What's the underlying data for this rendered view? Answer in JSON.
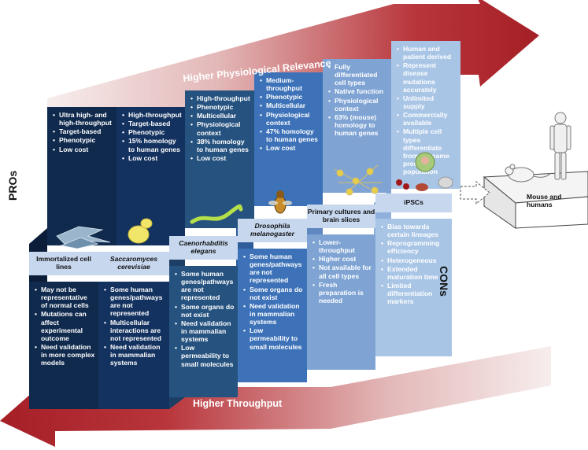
{
  "arrows": {
    "top_label": "Higher Physiological Relevance",
    "bottom_label": "Higher Throughput"
  },
  "side_labels": {
    "pros": "PROs",
    "cons": "CONs"
  },
  "endpoint": {
    "label": "Mouse and humans"
  },
  "models": [
    {
      "name": "Immortalized cell lines",
      "pros": [
        "Ultra high- and high-throughput",
        "Target-based",
        "Phenotypic",
        "Low cost"
      ],
      "cons": [
        "May not be representative of normal cells",
        "Mutations can affect experimental outcome",
        "Need validation in more complex models"
      ]
    },
    {
      "name": "Saccaromyces cerevisiae",
      "pros": [
        "High-throughput",
        "Target-based",
        "Phenotypic",
        "15% homology to human genes",
        "Low cost"
      ],
      "cons": [
        "Some human genes/pathways are not represented",
        "Multicellular interactions are not represented",
        "Need validation in mammalian systems"
      ]
    },
    {
      "name": "Caenorhabditis elegans",
      "pros": [
        "High-throughput",
        "Phenotypic",
        "Multicellular",
        "Physiological context",
        "38% homology to human genes",
        "Low cost"
      ],
      "cons": [
        "Some human genes/pathways are not represented",
        "Some organs do not exist",
        "Need validation in mammalian systems",
        "Low permeability to small molecules"
      ]
    },
    {
      "name": "Drosophila melanogaster",
      "pros": [
        "Medium-throughput",
        "Phenotypic",
        "Multicellular",
        "Physiological context",
        "47% homology to human genes",
        "Low cost"
      ],
      "cons": [
        "Some human genes/pathways are not represented",
        "Some organs do not exist",
        "Need validation in mammalian systems",
        "Low permeability to small molecules"
      ]
    },
    {
      "name": "Primary cultures and brain slices",
      "pros": [
        "Fully differentiated cell types",
        "Native function",
        "Physiological context",
        "63% (mouse) homology to human genes"
      ],
      "cons": [
        "Lower-throughput",
        "Higher cost",
        "Not available for all cell types",
        "Fresh preparation is needed"
      ]
    },
    {
      "name": "iPSCs",
      "pros": [
        "Human and patient derived",
        "Represent disease mutations accurately",
        "Unlimited supply",
        "Commercially available",
        "Multiple cell types differentiate from the same precursor population"
      ],
      "cons": [
        "Bias towards certain lineages",
        "Reprogramming efficiency",
        "Heterogeneous",
        "Extended maturation time",
        "Limited differentiation markers"
      ]
    }
  ],
  "colors": {
    "arrow_red": "#b3262d",
    "arrow_light": "#f2e2e2",
    "step1": "#102a4e",
    "step2": "#143260",
    "step3": "#26527f",
    "step4": "#3d72b8",
    "step5": "#7fa4d4",
    "step6": "#a9c5e6",
    "band": "#c6d7ee"
  }
}
